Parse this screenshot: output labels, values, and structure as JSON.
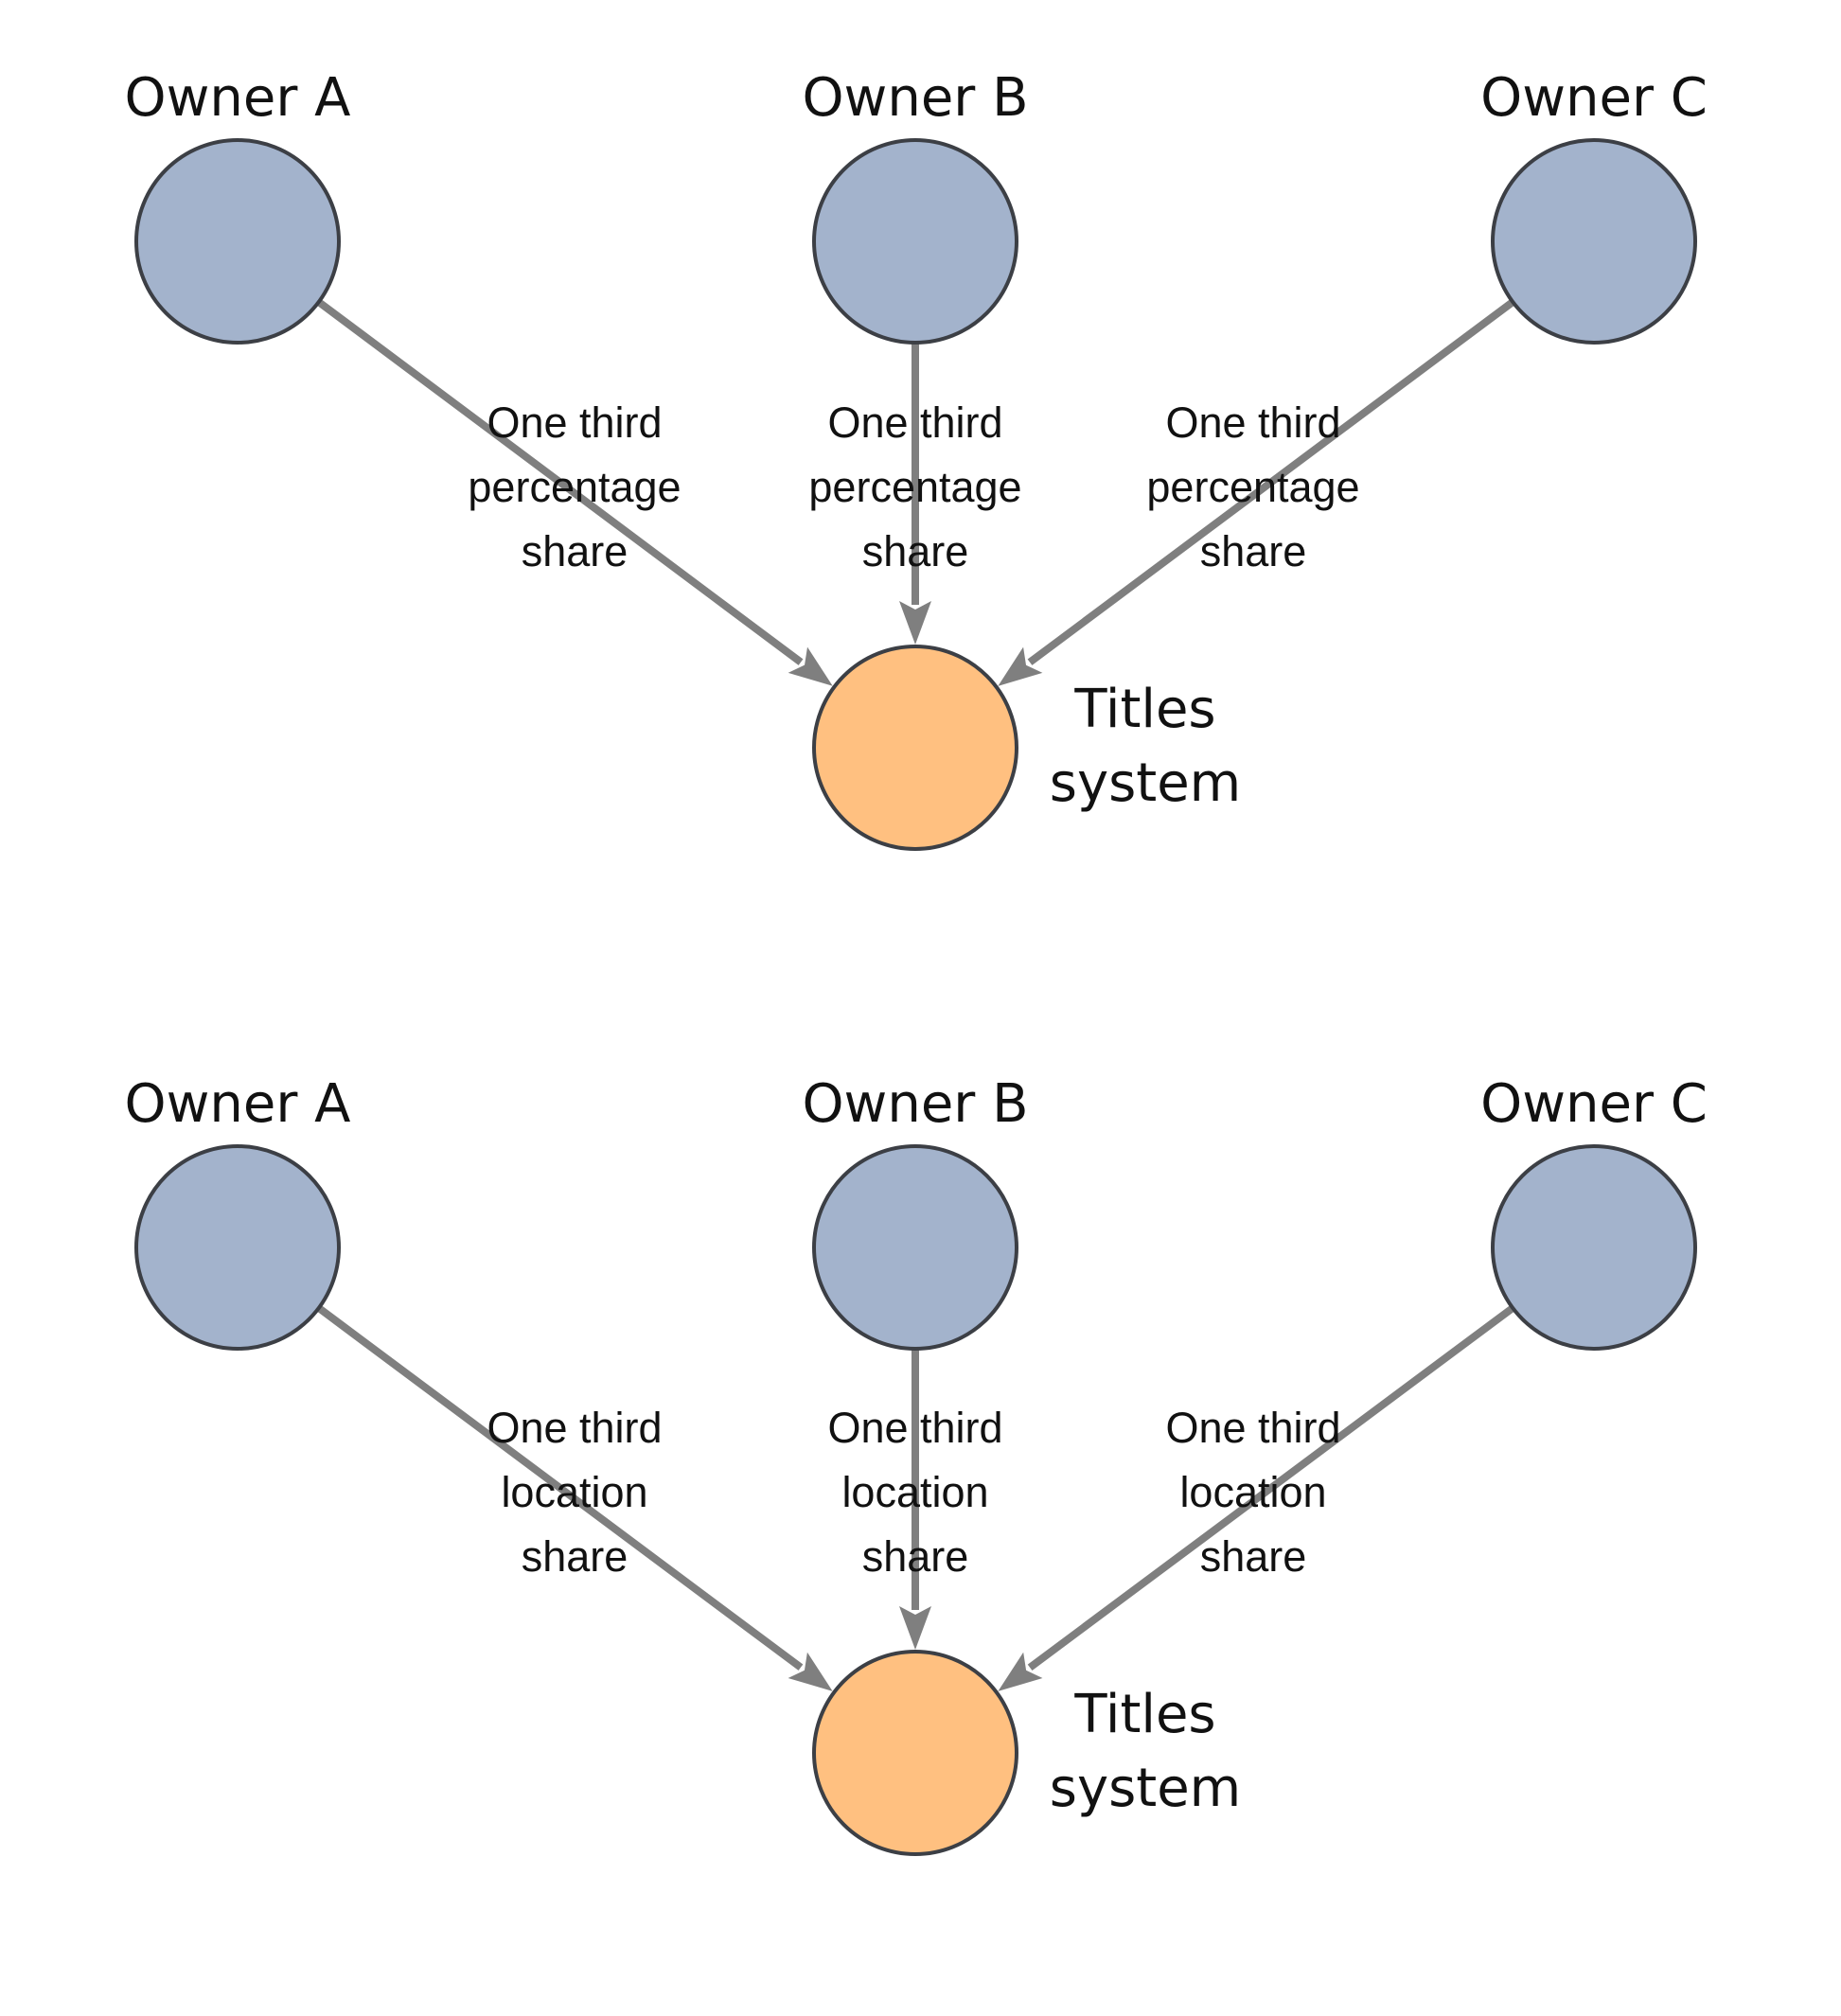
{
  "colors": {
    "owner_fill": "#a3b3cc",
    "sink_fill": "#ffc080",
    "node_stroke": "#3c3f45",
    "edge": "#7f7f7f"
  },
  "diagrams": [
    {
      "owners": [
        {
          "label": "Owner A",
          "edge_label": [
            "One third",
            "percentage",
            "share"
          ]
        },
        {
          "label": "Owner B",
          "edge_label": [
            "One third",
            "percentage",
            "share"
          ]
        },
        {
          "label": "Owner C",
          "edge_label": [
            "One third",
            "percentage",
            "share"
          ]
        }
      ],
      "sink": {
        "label": [
          "Titles",
          "system"
        ]
      }
    },
    {
      "owners": [
        {
          "label": "Owner A",
          "edge_label": [
            "One third",
            "location",
            "share"
          ]
        },
        {
          "label": "Owner B",
          "edge_label": [
            "One third",
            "location",
            "share"
          ]
        },
        {
          "label": "Owner C",
          "edge_label": [
            "One third",
            "location",
            "share"
          ]
        }
      ],
      "sink": {
        "label": [
          "Titles",
          "system"
        ]
      }
    }
  ]
}
